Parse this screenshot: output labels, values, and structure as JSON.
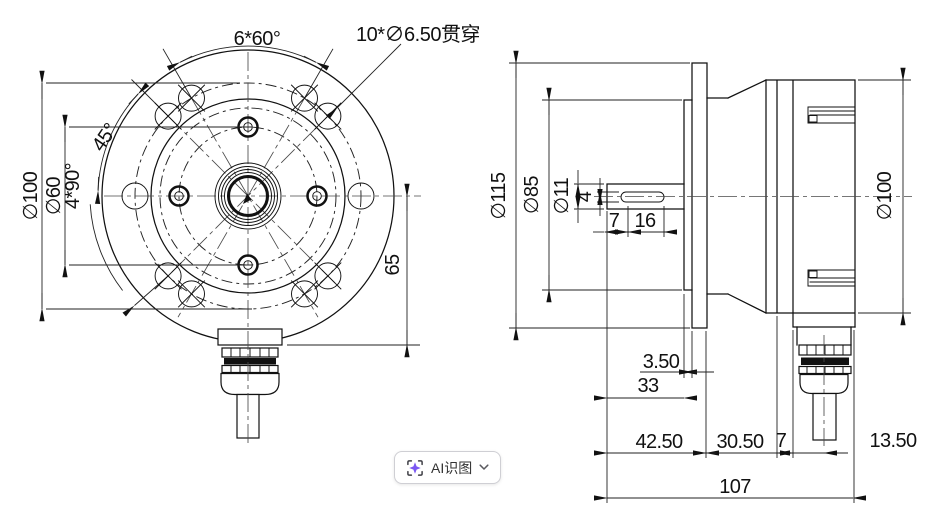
{
  "front_view": {
    "bolt_pattern_note": "6*60°",
    "through_holes_note": "10*∅6.50贯穿",
    "angle_45": "45°",
    "inner_pattern_note": "4*90°",
    "bolt_circle_dia": "∅100",
    "inner_circle_dia": "∅60",
    "center_to_connector": "65"
  },
  "side_view": {
    "flange_dia": "∅115",
    "boss_dia": "∅85",
    "shaft_dia": "∅11",
    "keyway_width": "4",
    "keyway_offset": "7",
    "keyway_length": "16",
    "boss_thickness": "3.50",
    "shaft_length": "33",
    "front_section_length": "42.50",
    "mid_section_length": "30.50",
    "groove_width": "7",
    "gland_offset": "13.50",
    "total_length": "107",
    "body_dia": "∅100"
  },
  "toolbar": {
    "ai_recognize_label": "AI识图"
  },
  "colors": {
    "line": "#111111",
    "accent": "#7b57f2",
    "background": "#ffffff"
  }
}
